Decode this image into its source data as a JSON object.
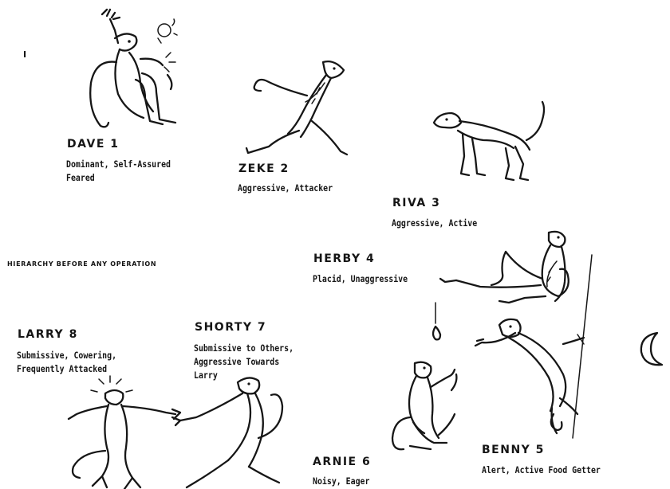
{
  "figure": {
    "page_marker": "I",
    "heading": "HIERARCHY BEFORE ANY OPERATION",
    "monkeys": [
      {
        "name": "DAVE 1",
        "traits": [
          "Dominant, Self-Assured",
          "Feared"
        ]
      },
      {
        "name": "ZEKE 2",
        "traits": [
          "Aggressive, Attacker"
        ]
      },
      {
        "name": "RIVA 3",
        "traits": [
          "Aggressive, Active"
        ]
      },
      {
        "name": "HERBY 4",
        "traits": [
          "Placid, Unaggressive"
        ]
      },
      {
        "name": "BENNY 5",
        "traits": [
          "Alert, Active Food Getter"
        ]
      },
      {
        "name": "ARNIE 6",
        "traits": [
          "Noisy, Eager"
        ]
      },
      {
        "name": "SHORTY 7",
        "traits": [
          "Submissive to Others,",
          "Aggressive Towards",
          "Larry"
        ]
      },
      {
        "name": "LARRY 8",
        "traits": [
          "Submissive, Cowering,",
          "Frequently Attacked"
        ]
      }
    ],
    "illustration_icons": [
      "dave-seated-monkey-icon",
      "zeke-lunging-monkey-icon",
      "riva-standing-monkey-icon",
      "herby-reclining-monkey-icon",
      "benny-climbing-monkey-icon",
      "arnie-crouching-monkey-icon",
      "shorty-attacking-monkey-icon",
      "larry-cowering-monkey-icon",
      "food-pellet-icon",
      "crescent-food-icon"
    ]
  }
}
